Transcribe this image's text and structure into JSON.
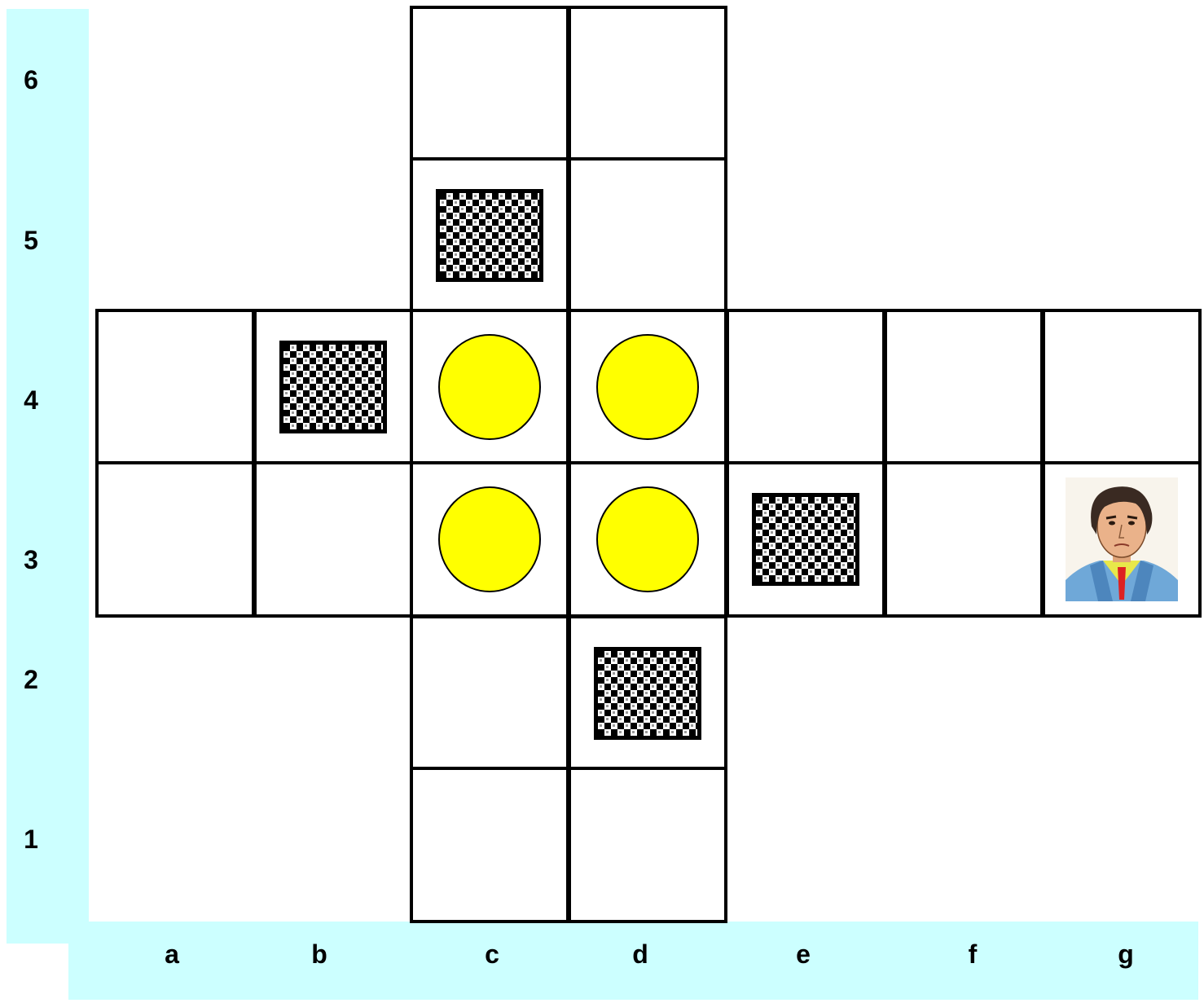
{
  "ranks": [
    "6",
    "5",
    "4",
    "3",
    "2",
    "1"
  ],
  "files": [
    "a",
    "b",
    "c",
    "d",
    "e",
    "f",
    "g"
  ],
  "board": {
    "squares": [
      "c6",
      "d6",
      "c5",
      "d5",
      "a4",
      "b4",
      "c4",
      "d4",
      "e4",
      "f4",
      "g4",
      "a3",
      "b3",
      "c3",
      "d3",
      "e3",
      "f3",
      "g3",
      "c2",
      "d2",
      "c1",
      "d1"
    ],
    "crates": [
      "c5",
      "b4",
      "e3",
      "d2"
    ],
    "targets": [
      "c4",
      "d4",
      "c3",
      "d3"
    ],
    "player": "g3"
  },
  "colors": {
    "label_strip": "#ccffff",
    "target_fill": "#ffff00",
    "cell_border": "#000000"
  },
  "icons": {
    "crate": "checkered-crate-icon",
    "target": "yellow-target-disc-icon",
    "player": "player-portrait-icon"
  }
}
